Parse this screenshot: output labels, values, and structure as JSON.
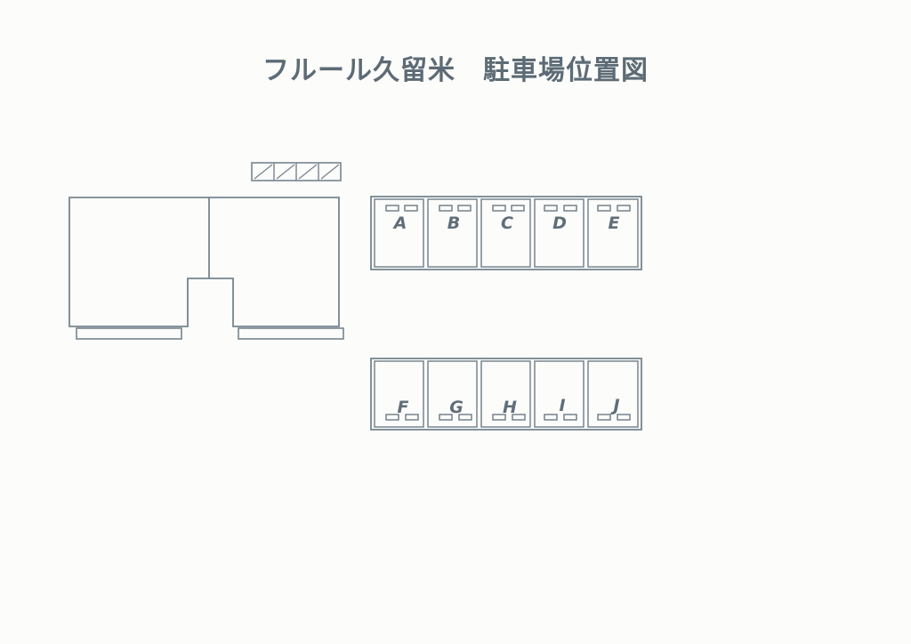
{
  "document": {
    "title": "フルール久留米　駐車場位置図",
    "title_color": "#5c6b75",
    "background_color": "#fcfcfa",
    "line_color": "#76858f",
    "type": "parking-lot-location-map"
  },
  "building": {
    "label": "building-outline",
    "divider_label": "building-divider",
    "left_wing_strip_label": "left-entrance-strip",
    "right_wing_strip_label": "right-entrance-strip",
    "notch_label": "building-notch"
  },
  "bike_shelter": {
    "label": "hatched-shelter",
    "cells": 4
  },
  "parking": {
    "rows": [
      {
        "name": "top-row",
        "stopper_position": "top",
        "stalls": [
          {
            "id": "A",
            "label": "A"
          },
          {
            "id": "B",
            "label": "B"
          },
          {
            "id": "C",
            "label": "C"
          },
          {
            "id": "D",
            "label": "D"
          },
          {
            "id": "E",
            "label": "E"
          }
        ]
      },
      {
        "name": "bottom-row",
        "stopper_position": "bottom",
        "stalls": [
          {
            "id": "F",
            "label": "F"
          },
          {
            "id": "G",
            "label": "G"
          },
          {
            "id": "H",
            "label": "H"
          },
          {
            "id": "I",
            "label": "I"
          },
          {
            "id": "J",
            "label": "J"
          }
        ]
      }
    ]
  }
}
